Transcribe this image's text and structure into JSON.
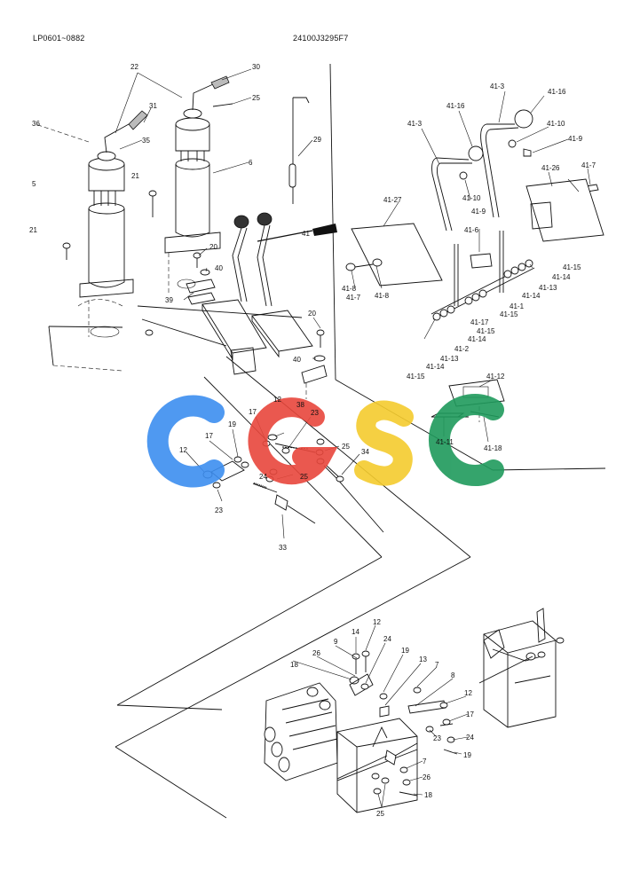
{
  "header": {
    "serial_range": "LP0601~0882",
    "part_number": "24100J3295F7"
  },
  "watermark": {
    "letters": [
      "C",
      "G",
      "S",
      "C"
    ],
    "colors": [
      "#3d8ef0",
      "#e8473c",
      "#f5cc2e",
      "#1f9a5c"
    ]
  },
  "callouts": {
    "c30": "30",
    "c22": "22",
    "c25a": "25",
    "c31": "31",
    "c35": "35",
    "c36": "36",
    "c6": "6",
    "c5": "5",
    "c21a": "21",
    "c21b": "21",
    "c29": "29",
    "c41": "41",
    "c20a": "20",
    "c40a": "40",
    "c39": "39",
    "c20b": "20",
    "c40b": "40",
    "c38": "38",
    "c12a": "12",
    "c23a": "23",
    "c19a": "19",
    "c17a": "17",
    "c17b": "17",
    "c25b": "25",
    "c12b": "12",
    "c34": "34",
    "c24a": "24",
    "c25c": "25",
    "c23b": "23",
    "c33": "33",
    "c41_3a": "41-3",
    "c41_16a": "41-16",
    "c41_3b": "41-3",
    "c41_16b": "41-16",
    "c41_10a": "41-10",
    "c41_9a": "41-9",
    "c41_7a": "41-7",
    "c41_26": "41-26",
    "c41_27": "41-27",
    "c41_10b": "41-10",
    "c41_9b": "41-9",
    "c41_6": "41-6",
    "c41_8a": "41-8",
    "c41_15a": "41-15",
    "c41_14a": "41-14",
    "c41_13a": "41-13",
    "c41_14b": "41-14",
    "c41_1": "41-1",
    "c41_15b": "41-15",
    "c41_17": "41-17",
    "c41_15c": "41-15",
    "c41_14c": "41-14",
    "c41_2": "41-2",
    "c41_13b": "41-13",
    "c41_14d": "41-14",
    "c41_15d": "41-15",
    "c41_7b": "41-7",
    "c41_8b": "41-8",
    "c41_12": "41-12",
    "c41_11": "41-11",
    "c41_18": "41-18",
    "c14": "14",
    "c12c": "12",
    "c9": "9",
    "c24b": "24",
    "c19b": "19",
    "c18a": "18",
    "c26a": "26",
    "c13": "13",
    "c7a": "7",
    "c8": "8",
    "c12d": "12",
    "c17c": "17",
    "c23c": "23",
    "c24c": "24",
    "c19c": "19",
    "c7b": "7",
    "c26b": "26",
    "c18b": "18",
    "c25d": "25"
  }
}
